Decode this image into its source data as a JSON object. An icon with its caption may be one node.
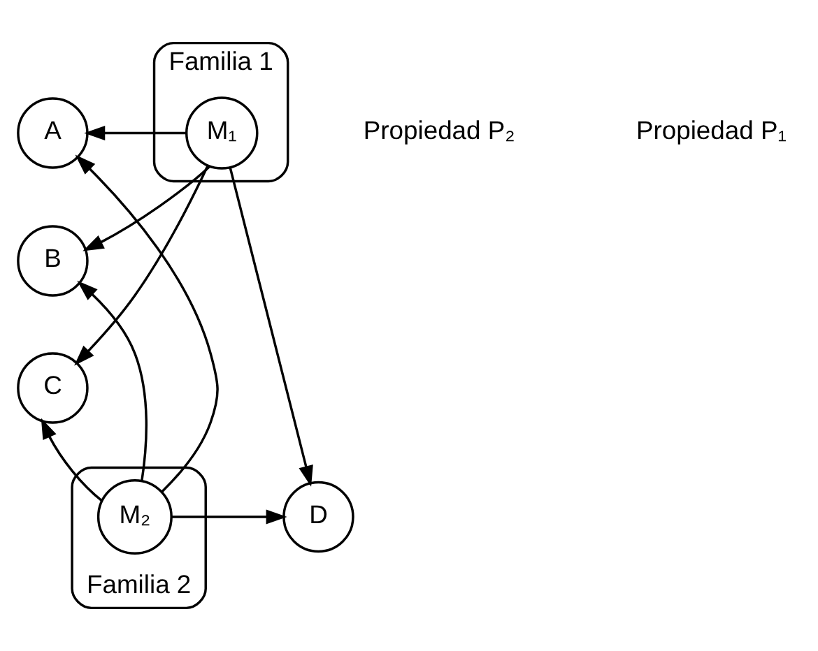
{
  "diagram": {
    "nodes": [
      {
        "text": [
          "Familia 1"
        ]
      },
      {
        "text": [
          "M₁"
        ],
        "in": 0
      },
      {
        "text": [
          "A"
        ]
      },
      {
        "text": [
          "B"
        ]
      },
      {
        "text": [
          "C"
        ]
      },
      {
        "text": [
          "Familia 2"
        ]
      },
      {
        "text": [
          "M₂"
        ],
        "in": 5
      },
      {
        "text": [
          "D"
        ]
      }
    ],
    "edges": [
      {
        "from": 1,
        "to": 2,
        "arrow": "to"
      },
      {
        "from": 1,
        "to": 3,
        "arrow": "to"
      },
      {
        "from": 1,
        "to": 4,
        "arrow": "to"
      },
      {
        "from": 1,
        "to": 7,
        "arrow": "to"
      },
      {
        "from": 6,
        "to": 2,
        "arrow": "to"
      },
      {
        "from": 6,
        "to": 3,
        "arrow": "to"
      },
      {
        "from": 6,
        "to": 4,
        "arrow": "to"
      },
      {
        "from": 6,
        "to": 7,
        "arrow": "to"
      }
    ],
    "labels": [
      "Propiedad P₂",
      "Propiedad P₁"
    ]
  }
}
